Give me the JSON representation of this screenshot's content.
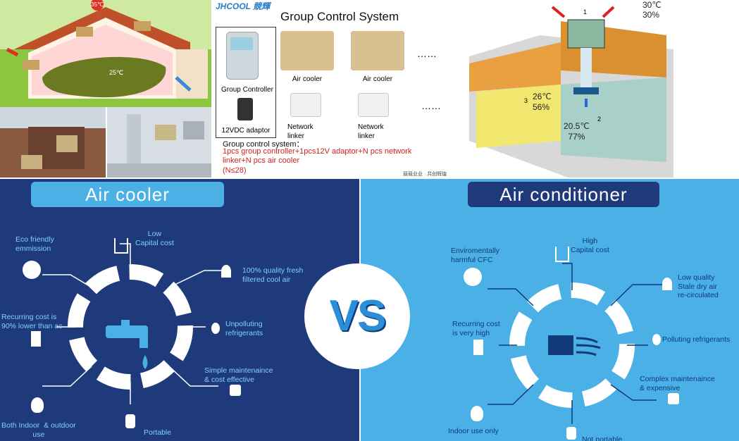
{
  "house_sketch": {
    "hot_temp": "35℃",
    "cool_temp": "25℃"
  },
  "group_control": {
    "brand": "JHCOOL 競輝",
    "title": "Group Control System",
    "controller_label": "Group Controller",
    "adaptor_label": "12VDC adaptor",
    "cooler_label": "Air cooler",
    "linker_label": "Network linker",
    "ellipsis": "……",
    "system_heading": "Group control system：",
    "system_desc": "1pcs group controller+1pcs12V adaptor+N pcs network linker+N pcs air cooler",
    "system_note": "(N≤28)",
    "footer": "競競业业 · 共创辉煌"
  },
  "building_diagram": {
    "outside": "30℃\n30%",
    "zone1": "1",
    "zone2": "2",
    "zone3": "3",
    "zone3_values": "26℃\n56%",
    "zone2_values": "20.5℃\n77%"
  },
  "air_cooler": {
    "title": "Air cooler",
    "features": {
      "low_capital": "Low\nCapital cost",
      "quality_air": "100% quality fresh\nfiltered cool air",
      "unpolluting": "Unpolluting\nrefrigerants",
      "maintenance": "Simple maintenaince\n& cost effective",
      "portable": "Portable",
      "indoor_outdoor": "Both Indoor  & outdoor\nuse",
      "recurring": "Recurring cost is\n90% lower than ac",
      "eco": "Eco friendly\nemmission"
    }
  },
  "versus": {
    "label": "VS"
  },
  "air_conditioner": {
    "title": "Air conditioner",
    "features": {
      "high_capital": "High\nCapital cost",
      "low_quality": "Low quality\nStale dry air\nre-circulated",
      "polluting": "Polluting refrigerants",
      "maintenance": "Complex maintenaince\n& expensive",
      "not_portable": "Not portable",
      "indoor_only": "Indoor use only",
      "recurring": "Recurring cost\nis very high",
      "cfc": "Enviromentally\nharmful CFC"
    }
  },
  "colors": {
    "cooler_bg": "#1f3a7a",
    "conditioner_bg": "#4ab0e6",
    "cooler_text": "#7fd0ff",
    "conditioner_text": "#103a7a",
    "vs_blue": "#2a8fd8"
  }
}
